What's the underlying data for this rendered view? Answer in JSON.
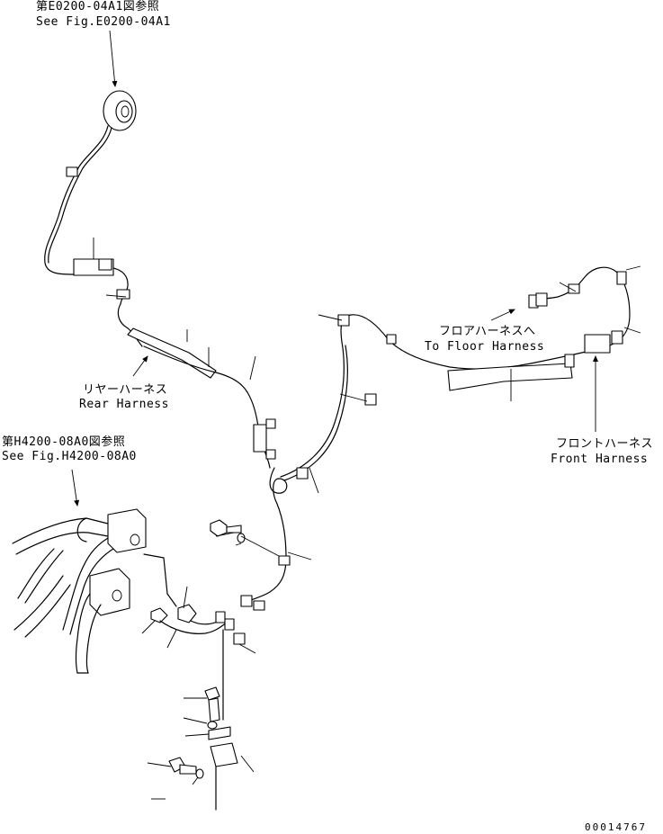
{
  "labels": {
    "ref_e0200_jp": "第E0200-04A1図参照",
    "ref_e0200_en": "See Fig.E0200-04A1",
    "ref_h4200_jp": "第H4200-08A0図参照",
    "ref_h4200_en": "See Fig.H4200-08A0",
    "rear_harness_jp": "リヤーハーネス",
    "rear_harness_en": "Rear Harness",
    "to_floor_jp": "フロアハーネスへ",
    "to_floor_en": "To Floor Harness",
    "front_harness_jp": "フロントハーネス",
    "front_harness_en": "Front Harness",
    "drawing_number": "00014767"
  }
}
